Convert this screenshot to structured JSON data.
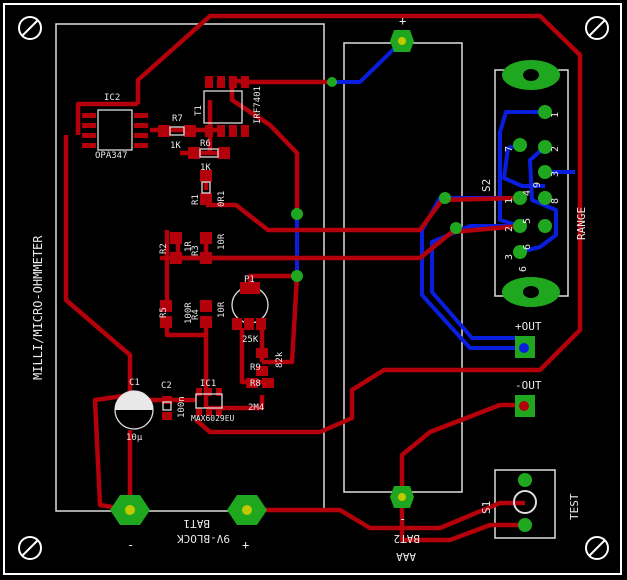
{
  "board": {
    "title": "MILLI/MICRO-OHMMETER",
    "background": "#000000",
    "colors": {
      "top_copper": "#b4000a",
      "bottom_copper": "#0a1ee0",
      "pad": "#1fa81f",
      "silk": "#e8e8e8",
      "outline": "#ffffff"
    }
  },
  "components": {
    "ic2": {
      "name": "IC2",
      "value": "OPA347"
    },
    "t1": {
      "name": "T1",
      "value": "IRF7401"
    },
    "r7": {
      "name": "R7",
      "value": "1K"
    },
    "r6": {
      "name": "R6",
      "value": "1K"
    },
    "r1": {
      "name": "R1",
      "value": "0R1"
    },
    "r2": {
      "name": "R2",
      "value": "1R"
    },
    "r3": {
      "name": "R3",
      "value": "10R"
    },
    "r5": {
      "name": "R5",
      "value": "100R"
    },
    "r4": {
      "name": "R4",
      "value": "10R"
    },
    "p1": {
      "name": "P1",
      "value": "25K"
    },
    "r9": {
      "name": "R9",
      "value": "82k"
    },
    "r8": {
      "name": "R8",
      "value": "2M4"
    },
    "c1": {
      "name": "C1",
      "value": "10µ"
    },
    "c2": {
      "name": "C2",
      "value": "100n"
    },
    "ic1": {
      "name": "IC1",
      "value": "MAX6029EU"
    },
    "s2": {
      "name": "S2",
      "label": "RANGE",
      "pins": [
        "1",
        "2",
        "3",
        "4",
        "5",
        "6",
        "7",
        "8",
        "9",
        "1",
        "2",
        "3",
        "6"
      ]
    },
    "bat1": {
      "name": "BAT1",
      "value": "9V-BLOCK",
      "minus": "-",
      "plus": "+"
    },
    "bat2": {
      "name": "BAT2",
      "value": "AAA",
      "plus": "+",
      "minus": "-"
    },
    "s1": {
      "name": "S1",
      "label": "TEST"
    },
    "out_plus": {
      "label": "+OUT"
    },
    "out_minus": {
      "label": "-OUT"
    }
  }
}
